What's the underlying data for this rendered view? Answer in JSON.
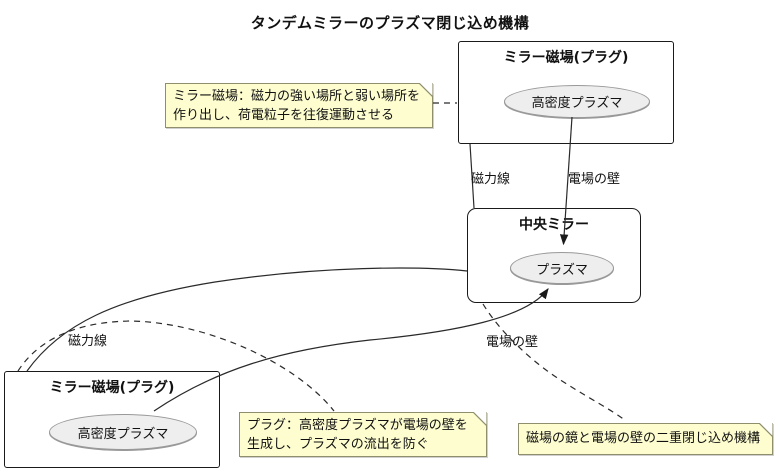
{
  "diagram": {
    "title": "タンデムミラーのプラズマ閉じ込め機構"
  },
  "nodes": {
    "plug_top": {
      "title": "ミラー磁場(プラグ)",
      "ellipse_label": "高密度プラズマ"
    },
    "central_mirror": {
      "title": "中央ミラー",
      "ellipse_label": "プラズマ"
    },
    "plug_bottom": {
      "title": "ミラー磁場(プラグ)",
      "ellipse_label": "高密度プラズマ"
    }
  },
  "edge_labels": {
    "top_magnetic_line": "磁力線",
    "top_electric_wall": "電場の壁",
    "bottom_magnetic_line": "磁力線",
    "bottom_electric_wall": "電場の壁"
  },
  "notes": {
    "mirror_note": {
      "line1": "ミラー磁場：磁力の強い場所と弱い場所を",
      "line2": "作り出し、荷電粒子を往復運動させる"
    },
    "plug_note": {
      "line1": "プラグ：高密度プラズマが電場の壁を",
      "line2": "生成し、プラズマの流出を防ぐ"
    },
    "double_note": {
      "line1": "磁場の鏡と電場の壁の二重閉じ込め機構"
    }
  },
  "colors": {
    "note_fill": "#fdfdd0",
    "note_border": "#8f8f6e",
    "box_border": "#1a1a1a",
    "ellipse_fill": "#eeeeee",
    "ellipse_border": "#999999",
    "line": "#2a2a2a"
  }
}
